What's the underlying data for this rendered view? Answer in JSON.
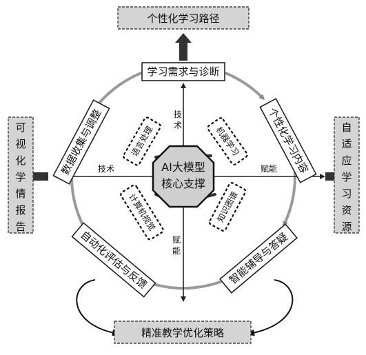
{
  "outputs": {
    "top": "个性化学习路径",
    "bottom": "精准教学优化策略",
    "left": "可视化学情报告",
    "right": "自适应学习资源"
  },
  "cycle": {
    "top": "学习需求与诊断",
    "right_top": "个性化学习内容",
    "right_bottom": "智能辅导与答疑",
    "left_bottom": "自动化评估与反馈",
    "left_top": "数据收集与调整"
  },
  "core": {
    "line1": "AI大模型",
    "line2": "核心支撑"
  },
  "techs": {
    "tl": "语言处理",
    "tr": "机器学习",
    "bl": "计算机视觉",
    "br": "知识图谱"
  },
  "axes": {
    "up": "技术",
    "left": "技术",
    "right": "赋能",
    "down": "赋能"
  },
  "colors": {
    "box_fill": "#d4d4d4",
    "arrow_dark": "#333333",
    "ring": "#9a9a9a"
  }
}
